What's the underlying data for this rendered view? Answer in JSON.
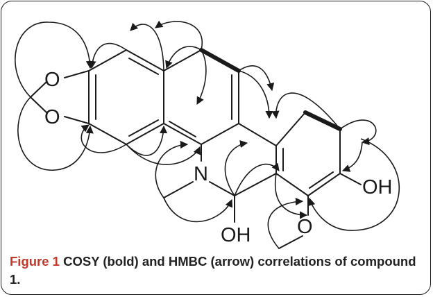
{
  "figure": {
    "caption_label": "Figure 1",
    "caption_text": "COSY (bold) and HMBC (arrow) correlations of compound 1."
  },
  "atoms": {
    "o1": "O",
    "o2": "O",
    "n": "N",
    "oh_right": "OH",
    "oh_bottom": "OH",
    "o_methoxy": "O"
  },
  "legend": {
    "bold_bond_meaning": "COSY",
    "arrow_meaning": "HMBC"
  }
}
